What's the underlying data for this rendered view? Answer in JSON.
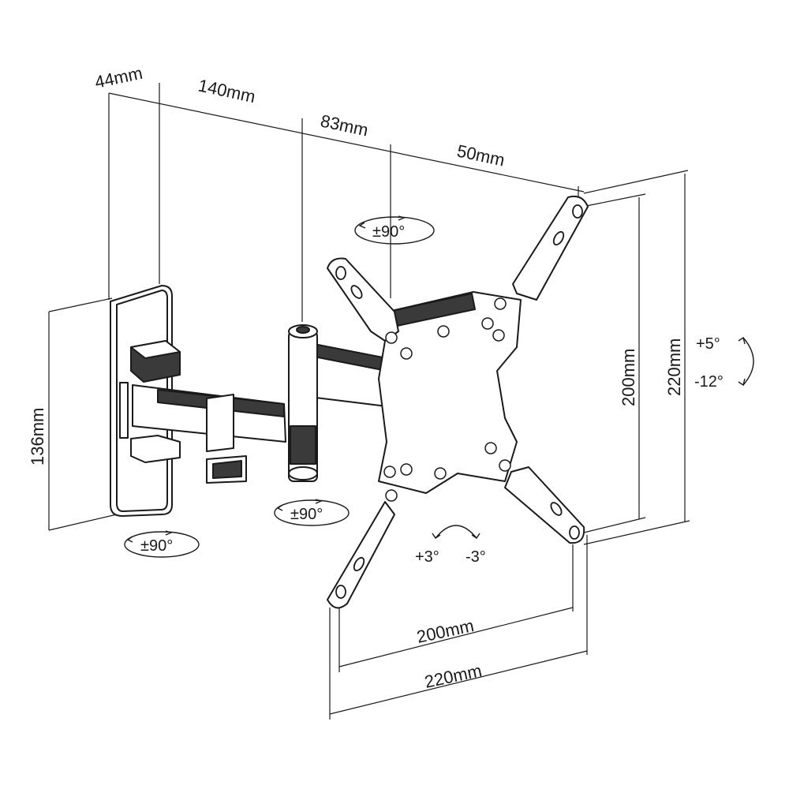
{
  "dimensions": {
    "wall_plate_depth": "44mm",
    "arm_first": "140mm",
    "arm_second": "83mm",
    "arm_third": "50mm",
    "wall_plate_height": "136mm",
    "vesa_height_inner": "200mm",
    "vesa_height_outer": "220mm",
    "vesa_width_inner": "200mm",
    "vesa_width_outer": "220mm"
  },
  "angles": {
    "swivel_top": "±90°",
    "swivel_middle": "±90°",
    "swivel_wall": "±90°",
    "tilt_up": "+5°",
    "tilt_down": "-12°",
    "rotate_left": "+3°",
    "rotate_right": "-3°"
  }
}
